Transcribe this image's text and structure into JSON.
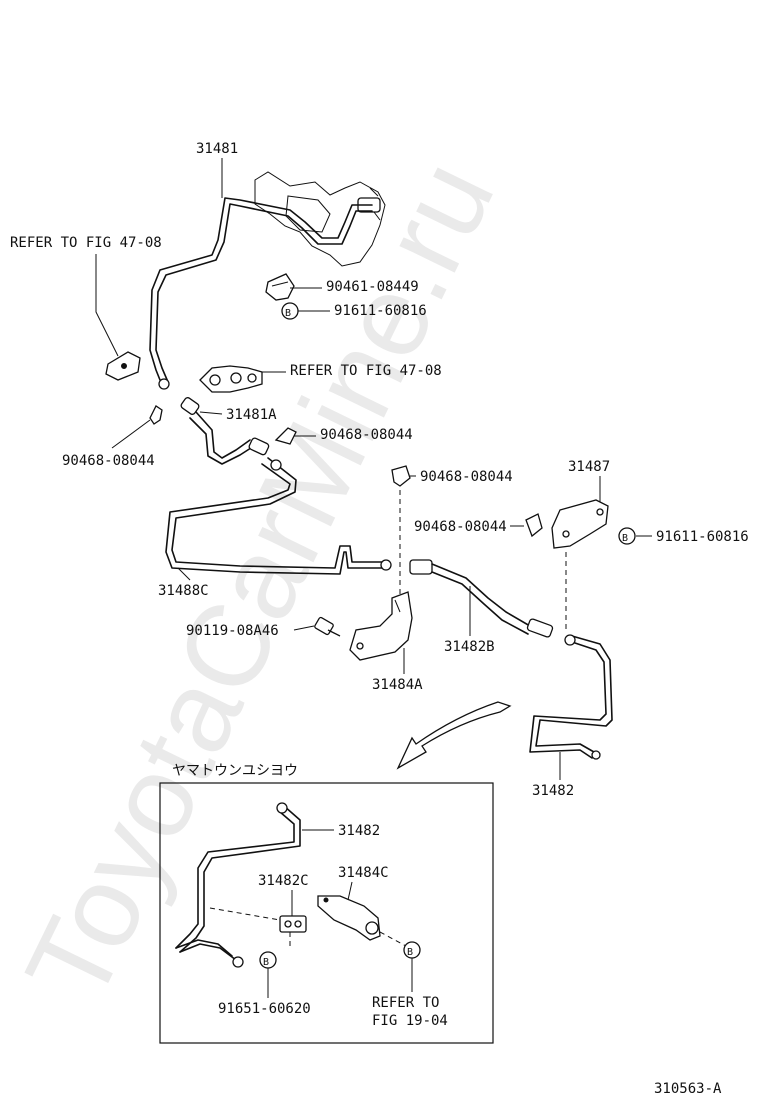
{
  "watermark": "ToyotaCarMine.ru",
  "labels": {
    "p31481": "31481",
    "refer_fig_47_08_left": "REFER TO FIG 47-08",
    "p90461_08449": "90461-08449",
    "p91611_60816_top": "91611-60816",
    "refer_fig_47_08_mid": "REFER TO FIG 47-08",
    "p31481A": "31481A",
    "p90468_08044_mid": "90468-08044",
    "p90468_08044_left": "90468-08044",
    "p90468_08044_right_top": "90468-08044",
    "p31487": "31487",
    "p90468_08044_right_mid": "90468-08044",
    "p91611_60816_right": "91611-60816",
    "p31488C": "31488C",
    "p90119_08A46": "90119-08A46",
    "p31482B": "31482B",
    "p31484A": "31484A",
    "p31482_main": "31482",
    "inset_title": "ヤマトウンユシヨウ",
    "inset_31482": "31482",
    "inset_31482C": "31482C",
    "inset_31484C": "31484C",
    "inset_91651_60620": "91651-60620",
    "inset_refer_line1": "REFER TO",
    "inset_refer_line2": "FIG 19-04",
    "bolt_marker": "B",
    "figure_id": "310563-A"
  }
}
